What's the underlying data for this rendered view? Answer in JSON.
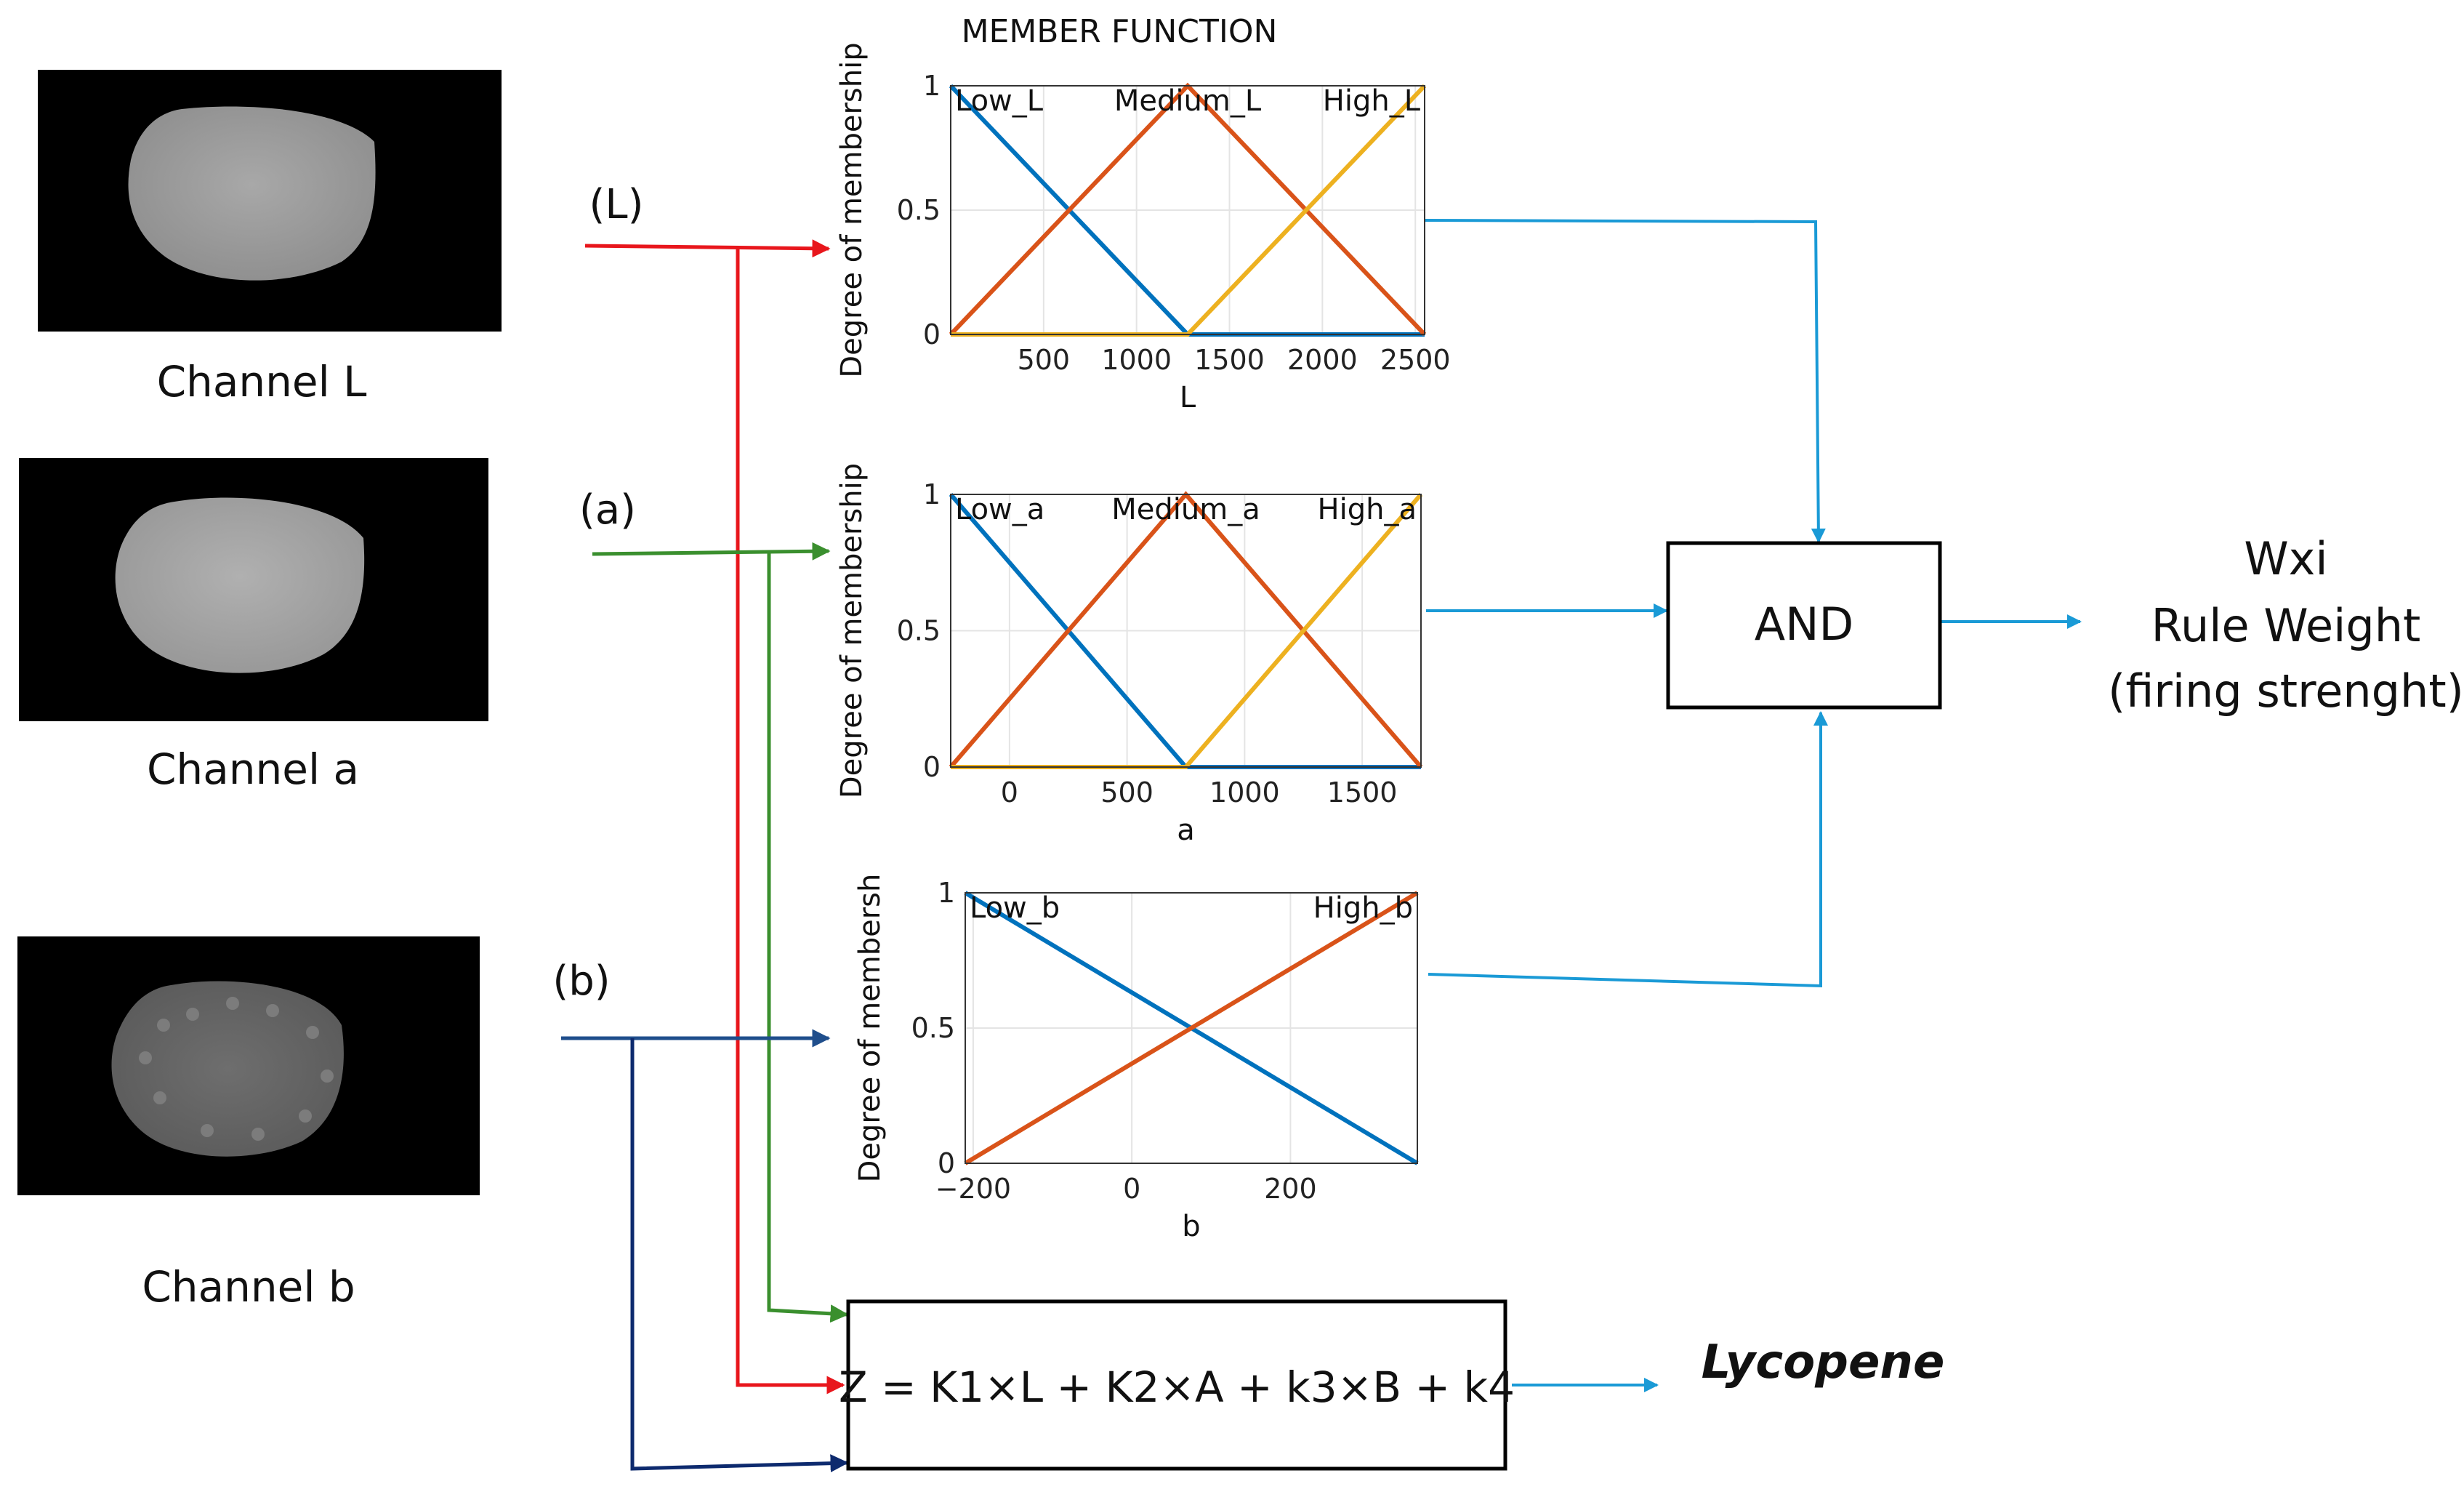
{
  "title": "MEMBER FUNCTION",
  "channels": [
    {
      "name": "Channel L",
      "input_label": "(L)"
    },
    {
      "name": "Channel a",
      "input_label": "(a)"
    },
    {
      "name": "Channel b",
      "input_label": "(b)"
    }
  ],
  "and_label": "AND",
  "output": {
    "line1": "Wxi",
    "line2": "Rule Weight",
    "line3": "(firing strenght)"
  },
  "equation": "Z = K1×L + K2×A + k3×B + k4",
  "result": "Lycopene",
  "colors": {
    "red": "#e8161c",
    "green": "#3a8f2e",
    "navy": "#0d2a6e",
    "darkblue": "#1f4e8c",
    "cyan": "#1a9ad6",
    "mf_blue": "#0072bd",
    "mf_orange": "#d95319",
    "mf_yellow": "#edb120"
  },
  "chart_data": [
    {
      "type": "line",
      "xlabel": "L",
      "ylabel": "Degree of membership",
      "xlim": [
        0,
        2550
      ],
      "ylim": [
        0,
        1
      ],
      "xticks": [
        500,
        1000,
        1500,
        2000,
        2500
      ],
      "xtick_labels": [
        "500",
        "1000",
        "1500",
        "2000",
        "2500"
      ],
      "yticks": [
        0,
        0.5,
        1
      ],
      "ytick_labels": [
        "0",
        "0.5",
        "1"
      ],
      "grid": true,
      "series": [
        {
          "name": "Low_L",
          "color": "#0072bd",
          "x": [
            0,
            1275,
            2550
          ],
          "y": [
            1,
            0,
            0
          ]
        },
        {
          "name": "Medium_L",
          "color": "#d95319",
          "x": [
            0,
            1275,
            2550
          ],
          "y": [
            0,
            1,
            0
          ]
        },
        {
          "name": "High_L",
          "color": "#edb120",
          "x": [
            0,
            1275,
            2550
          ],
          "y": [
            0,
            0,
            1
          ]
        }
      ]
    },
    {
      "type": "line",
      "xlabel": "a",
      "ylabel": "Degree of membership",
      "xlim": [
        -250,
        1750
      ],
      "ylim": [
        0,
        1
      ],
      "xticks": [
        0,
        500,
        1000,
        1500
      ],
      "xtick_labels": [
        "0",
        "500",
        "1000",
        "1500"
      ],
      "yticks": [
        0,
        0.5,
        1
      ],
      "ytick_labels": [
        "0",
        "0.5",
        "1"
      ],
      "grid": true,
      "series": [
        {
          "name": "Low_a",
          "color": "#0072bd",
          "x": [
            -250,
            750,
            1750
          ],
          "y": [
            1,
            0,
            0
          ]
        },
        {
          "name": "Medium_a",
          "color": "#d95319",
          "x": [
            -250,
            750,
            1750
          ],
          "y": [
            0,
            1,
            0
          ]
        },
        {
          "name": "High_a",
          "color": "#edb120",
          "x": [
            -250,
            750,
            1750
          ],
          "y": [
            0,
            0,
            1
          ]
        }
      ]
    },
    {
      "type": "line",
      "xlabel": "b",
      "ylabel": "Degree of membersh",
      "xlim": [
        -210,
        360
      ],
      "ylim": [
        0,
        1
      ],
      "xticks": [
        -200,
        0,
        200
      ],
      "xtick_labels": [
        "−200",
        "0",
        "200"
      ],
      "yticks": [
        0,
        0.5,
        1
      ],
      "ytick_labels": [
        "0",
        "0.5",
        "1"
      ],
      "grid": true,
      "series": [
        {
          "name": "Low_b",
          "color": "#0072bd",
          "x": [
            -210,
            360
          ],
          "y": [
            1,
            0
          ]
        },
        {
          "name": "High_b",
          "color": "#d95319",
          "x": [
            -210,
            360
          ],
          "y": [
            0,
            1
          ]
        }
      ]
    }
  ]
}
